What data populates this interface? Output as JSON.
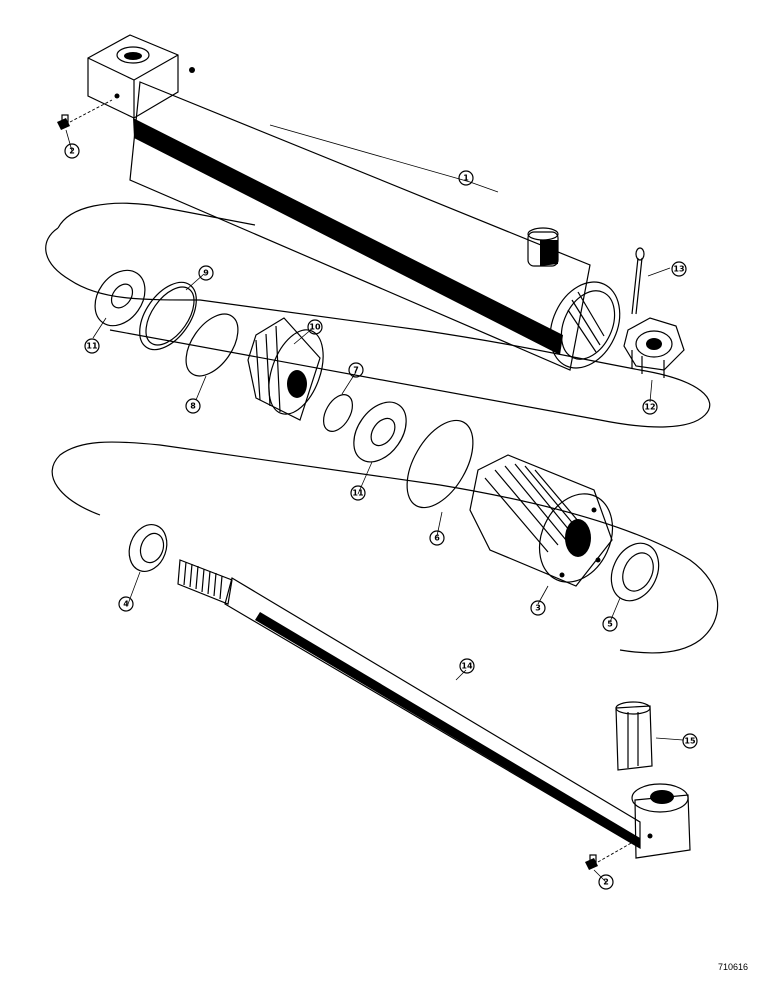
{
  "drawing": {
    "reference_number": "710616"
  },
  "callouts": [
    {
      "id": "c1",
      "label": "1"
    },
    {
      "id": "c2a",
      "label": "2"
    },
    {
      "id": "c2b",
      "label": "2"
    },
    {
      "id": "c3",
      "label": "3"
    },
    {
      "id": "c4",
      "label": "4"
    },
    {
      "id": "c5",
      "label": "5"
    },
    {
      "id": "c6",
      "label": "6"
    },
    {
      "id": "c7",
      "label": "7"
    },
    {
      "id": "c8",
      "label": "8"
    },
    {
      "id": "c9",
      "label": "9"
    },
    {
      "id": "c10",
      "label": "10"
    },
    {
      "id": "c11a",
      "label": "11"
    },
    {
      "id": "c11b",
      "label": "11"
    },
    {
      "id": "c12",
      "label": "12"
    },
    {
      "id": "c13",
      "label": "13"
    },
    {
      "id": "c14",
      "label": "14"
    },
    {
      "id": "c15",
      "label": "15"
    }
  ]
}
